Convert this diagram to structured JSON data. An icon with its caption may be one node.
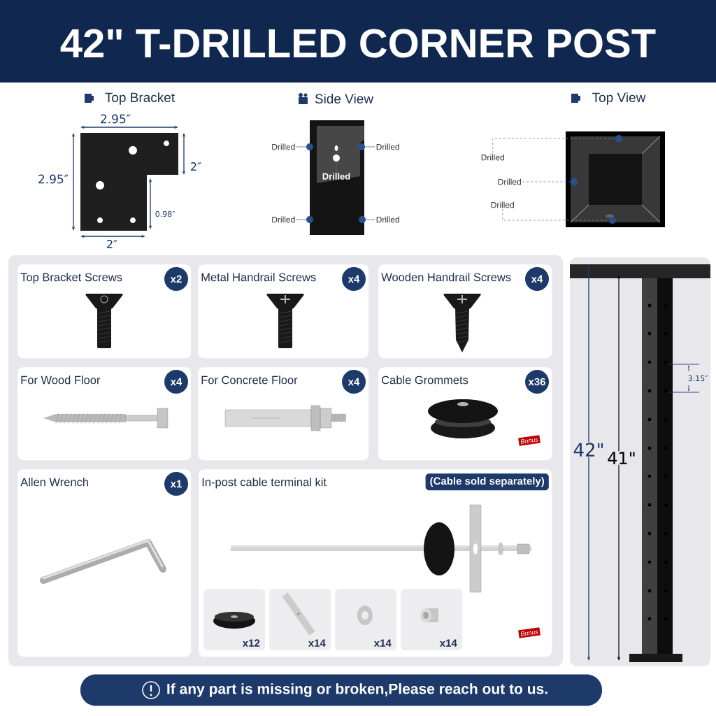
{
  "diagram": {
    "title": "42\" T-DRILLED CORNER POST",
    "nodes": [
      {
        "text": [
          "Drilled"
        ]
      },
      {
        "text": [],
        "shape": "circle"
      },
      {
        "text": [],
        "shape": "circle"
      },
      {
        "text": [
          "Drilled"
        ]
      },
      {
        "text": [],
        "shape": "circle"
      },
      {
        "text": [
          "Drilled"
        ]
      },
      {
        "text": [
          "Drilled"
        ]
      },
      {
        "text": [],
        "shape": "circle"
      },
      {
        "text": [],
        "shape": "circle"
      },
      {
        "text": [
          "Drilled"
        ]
      },
      {
        "text": [
          "Drilled"
        ]
      },
      {
        "text": [],
        "shape": "circle"
      },
      {
        "text": [
          "Drilled"
        ]
      },
      {
        "text": [],
        "shape": "circle"
      },
      {
        "text": [
          "Drilled"
        ]
      },
      {
        "text": [],
        "shape": "circle"
      },
      {
        "text": [
          "Top Bracket Screws"
        ]
      },
      {
        "text": [
          "x2"
        ],
        "in": 16
      },
      {
        "text": [
          "Metal Handrail Screws"
        ]
      },
      {
        "text": [
          "x4"
        ],
        "in": 18
      },
      {
        "text": [
          "Wooden Handrail Screws"
        ]
      },
      {
        "text": [
          "x4"
        ],
        "in": 20
      },
      {
        "text": [
          "For Wood Floor"
        ]
      },
      {
        "text": [
          "x4"
        ],
        "in": 22
      },
      {
        "text": [
          "For Concrete Floor"
        ]
      },
      {
        "text": [
          "x4"
        ],
        "in": 24
      },
      {
        "text": [
          "Cable Grommets"
        ]
      },
      {
        "text": [
          "x36"
        ],
        "in": 26
      },
      {
        "text": [
          "Allen Wrench"
        ]
      },
      {
        "text": [
          "x1"
        ],
        "in": 28
      },
      {
        "text": [
          "In-post cable terminal kit"
        ]
      },
      {
        "text": [
          "(Cable sold separately)"
        ],
        "in": 30
      },
      {
        "text": [
          "x12"
        ],
        "in": 30
      },
      {
        "text": [
          "x14"
        ],
        "in": 30
      },
      {
        "text": [
          "x14"
        ],
        "in": 30
      },
      {
        "text": [
          "x14"
        ],
        "in": 30
      },
      {
        "text": [
          "If any part is missing or broken,Please reach out to us."
        ]
      }
    ],
    "edges": [
      {
        "from": 0,
        "to": 1,
        "arrow": "none"
      },
      {
        "from": 3,
        "to": 2,
        "arrow": "none"
      },
      {
        "from": 5,
        "to": 4,
        "arrow": "none"
      },
      {
        "from": 6,
        "to": 7,
        "arrow": "none"
      },
      {
        "from": 9,
        "to": 8,
        "arrow": "none"
      },
      {
        "from": 10,
        "to": 11,
        "arrow": "none",
        "style": "dashed"
      },
      {
        "from": 12,
        "to": 13,
        "arrow": "none",
        "style": "dashed"
      },
      {
        "from": 14,
        "to": 15,
        "arrow": "none",
        "style": "dashed"
      }
    ],
    "labels": [
      "Top Bracket",
      "2.95″",
      "2.95″",
      "2″",
      "0.98″",
      "2″",
      "Side View",
      "Top View",
      "3.15″",
      "42\"",
      "41\"",
      "Bonus",
      "Bonus"
    ]
  }
}
